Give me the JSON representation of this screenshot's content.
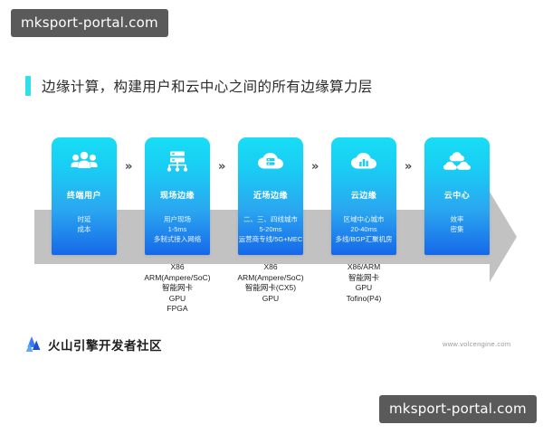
{
  "watermarks": {
    "top": "mksport-portal.com",
    "bottom": "mksport-portal.com"
  },
  "slide": {
    "title": "边缘计算，构建用户和云中心之间的所有边缘算力层",
    "accent_color": "#2fe0e8"
  },
  "diagram": {
    "separator_glyph": "»",
    "band_color": "#c2c2c2",
    "card_gradient_from": "#18ddf5",
    "card_gradient_to": "#1668e8",
    "stages": [
      {
        "id": "end-user",
        "icon": "people-icon",
        "label": "终端用户",
        "sub_lines": [
          "时延",
          "成本"
        ],
        "specs": []
      },
      {
        "id": "on-premise-edge",
        "icon": "server-rack-icon",
        "label": "现场边缘",
        "sub_lines": [
          "用户现场",
          "1-5ms",
          "多制式接入网络"
        ],
        "specs": [
          "X86",
          "ARM(Ampere/SoC)",
          "智能网卡",
          "GPU",
          "FPGA"
        ]
      },
      {
        "id": "near-field-edge",
        "icon": "cloud-server-icon",
        "label": "近场边缘",
        "sub_lines": [
          "二、三、四线城市",
          "5-20ms",
          "运营商专线/5G+MEC"
        ],
        "specs": [
          "X86",
          "ARM(Ampere/SoC)",
          "智能网卡(CX5)",
          "GPU"
        ]
      },
      {
        "id": "cloud-edge",
        "icon": "cloud-chart-icon",
        "label": "云边缘",
        "sub_lines": [
          "区域中心城市",
          "20-40ms",
          "多线/BGP汇聚机房"
        ],
        "specs": [
          "X86/ARM",
          "智能网卡",
          "GPU",
          "Tofino(P4)"
        ]
      },
      {
        "id": "cloud-center",
        "icon": "cloud-cluster-icon",
        "label": "云中心",
        "sub_lines": [
          "效率",
          "密集"
        ],
        "specs": []
      }
    ]
  },
  "footer": {
    "brand": "火山引擎开发者社区",
    "url": "www.volcengine.com"
  }
}
